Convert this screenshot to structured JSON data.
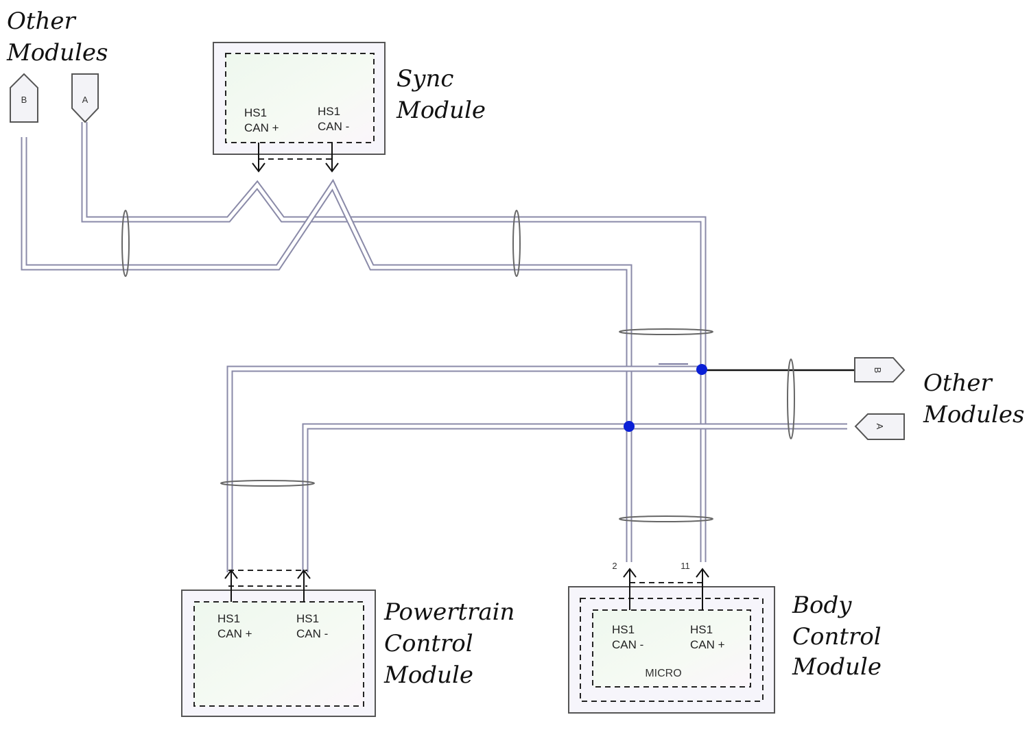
{
  "labels": {
    "other_modules_top": [
      "Other",
      "Modules"
    ],
    "other_modules_right": [
      "Other",
      "Modules"
    ],
    "sync_module": [
      "Sync",
      "Module"
    ],
    "powertrain_module": [
      "Powertrain",
      "Control",
      "Module"
    ],
    "body_module": [
      "Body",
      "Control",
      "Module"
    ]
  },
  "connectors": {
    "b": "B",
    "a": "A",
    "right_top": "B",
    "right_bottom": "A"
  },
  "pins": {
    "sync_plus": [
      "HS1",
      "CAN +"
    ],
    "sync_minus": [
      "HS1",
      "CAN -"
    ],
    "ptcm_plus": [
      "HS1",
      "CAN +"
    ],
    "ptcm_minus": [
      "HS1",
      "CAN -"
    ],
    "bcm_minus": [
      "HS1",
      "CAN -"
    ],
    "bcm_plus": [
      "HS1",
      "CAN +"
    ],
    "bcm_micro": "MICRO",
    "bcm_pin_left": "2",
    "bcm_pin_right": "11"
  },
  "colors": {
    "wire_outline": "#8a8aa8",
    "splice": "#0a1fd6"
  }
}
